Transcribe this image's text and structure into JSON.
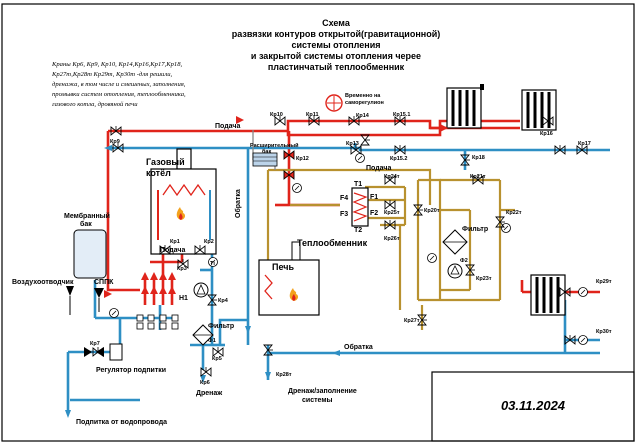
{
  "title": [
    "Схема",
    "развязки контуров открытой(гравитационной)",
    "системы отопления",
    "и закрытой системы отопления черее",
    "пластинчатый теплообменник"
  ],
  "note": [
    "Краны Кр6, Кр9, Кр10, Кр14,Кр16,Кр17,Кр18,",
    "Кр27т,Кр28т Кр29т, Кр30т -для решили,",
    "дренажа, в том числе и смешеных, заполнения,",
    "промывки систем отопления, теплообменника,",
    "газового котла, дровяной печи"
  ],
  "labels": {
    "podacha_top": "Подача",
    "podacha_mid": "Подача",
    "podacha_boiler": "Подача",
    "obratka_vert": "Обратка",
    "obratka_low": "Обратка",
    "filter1": "Фильтр",
    "filter2": "Фильтр",
    "boiler1": "Газовый",
    "boiler2": "котёл",
    "hx": "Теплообменник",
    "stove": "Печь",
    "membrane1": "Мембранный",
    "membrane2": "бак",
    "air_vent": "Воздухоотводчик",
    "sppk": "СППК",
    "regulator": "Регулятор подпитки",
    "feed": "Подпитка от водопровода",
    "drain": "Дренаж",
    "drain_fill1": "Дренаж/заполнение",
    "drain_fill2": "системы",
    "exp_tank1": "Расширительный",
    "exp_tank2": "бак",
    "temp_thermo1": "Временно на",
    "temp_thermo2": "саморегулион"
  },
  "valves": {
    "kp1": "Кр1",
    "kp2": "Кр2",
    "kp3": "Кр3",
    "kp4": "Кр4",
    "kp5": "Кр5",
    "kp6": "Кр6",
    "kp7": "Кр7",
    "kp9": "Кр9",
    "kp10": "Кр10",
    "kp11": "Кр11",
    "kp12": "Кр12",
    "kp13": "Кр13",
    "kp14": "Кр14",
    "kp15_1": "Кр15.1",
    "kp15_2": "Кр15.2",
    "kp16": "Кр16",
    "kp17": "Кр17",
    "kp18": "Кр18",
    "kp20": "Кр20т",
    "kp21": "Кр21т",
    "kp22": "Кр22т",
    "kp23": "Кр23т",
    "kp24": "Кр24т",
    "kp25": "Кр25т",
    "kp26": "Кр26т",
    "kp27": "Кр27т",
    "kp28": "Кр28т",
    "kp29": "Кр29т",
    "kp30": "Кр30т"
  },
  "tags": {
    "h1": "Н1",
    "f1": "Ф1",
    "f2": "Ф2",
    "ti": "Тi",
    "t1": "Т1",
    "t2": "Т2",
    "f3": "F3",
    "f4": "F4",
    "fr1": "F1",
    "fr2": "F2"
  },
  "date": "03.11.2024",
  "colors": {
    "supply": "#e0241b",
    "return": "#2e8fc4",
    "secondary": "#b8912f",
    "grey": "#555555"
  }
}
